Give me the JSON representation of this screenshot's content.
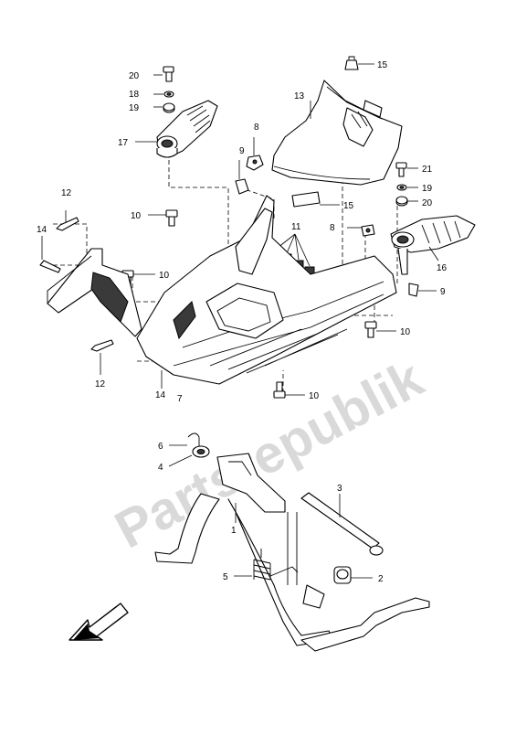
{
  "watermark": "Partsrepublik",
  "colors": {
    "line": "#000000",
    "watermark": "#d9d9d9",
    "fill_dark": "#3a3a3a"
  },
  "callouts": {
    "c1": "1",
    "c2": "2",
    "c3": "3",
    "c4": "4",
    "c5": "5",
    "c6": "6",
    "c7": "7",
    "c8a": "8",
    "c8b": "8",
    "c9a": "9",
    "c9b": "9",
    "c10a": "10",
    "c10b": "10",
    "c10c": "10",
    "c10d": "10",
    "c11": "11",
    "c12a": "12",
    "c12b": "12",
    "c13": "13",
    "c14a": "14",
    "c14b": "14",
    "c15a": "15",
    "c15b": "15",
    "c16": "16",
    "c17": "17",
    "c18": "18",
    "c19a": "19",
    "c19b": "19",
    "c20a": "20",
    "c20b": "20",
    "c21": "21"
  },
  "icons": {
    "direction": "front-direction-arrow-icon"
  }
}
